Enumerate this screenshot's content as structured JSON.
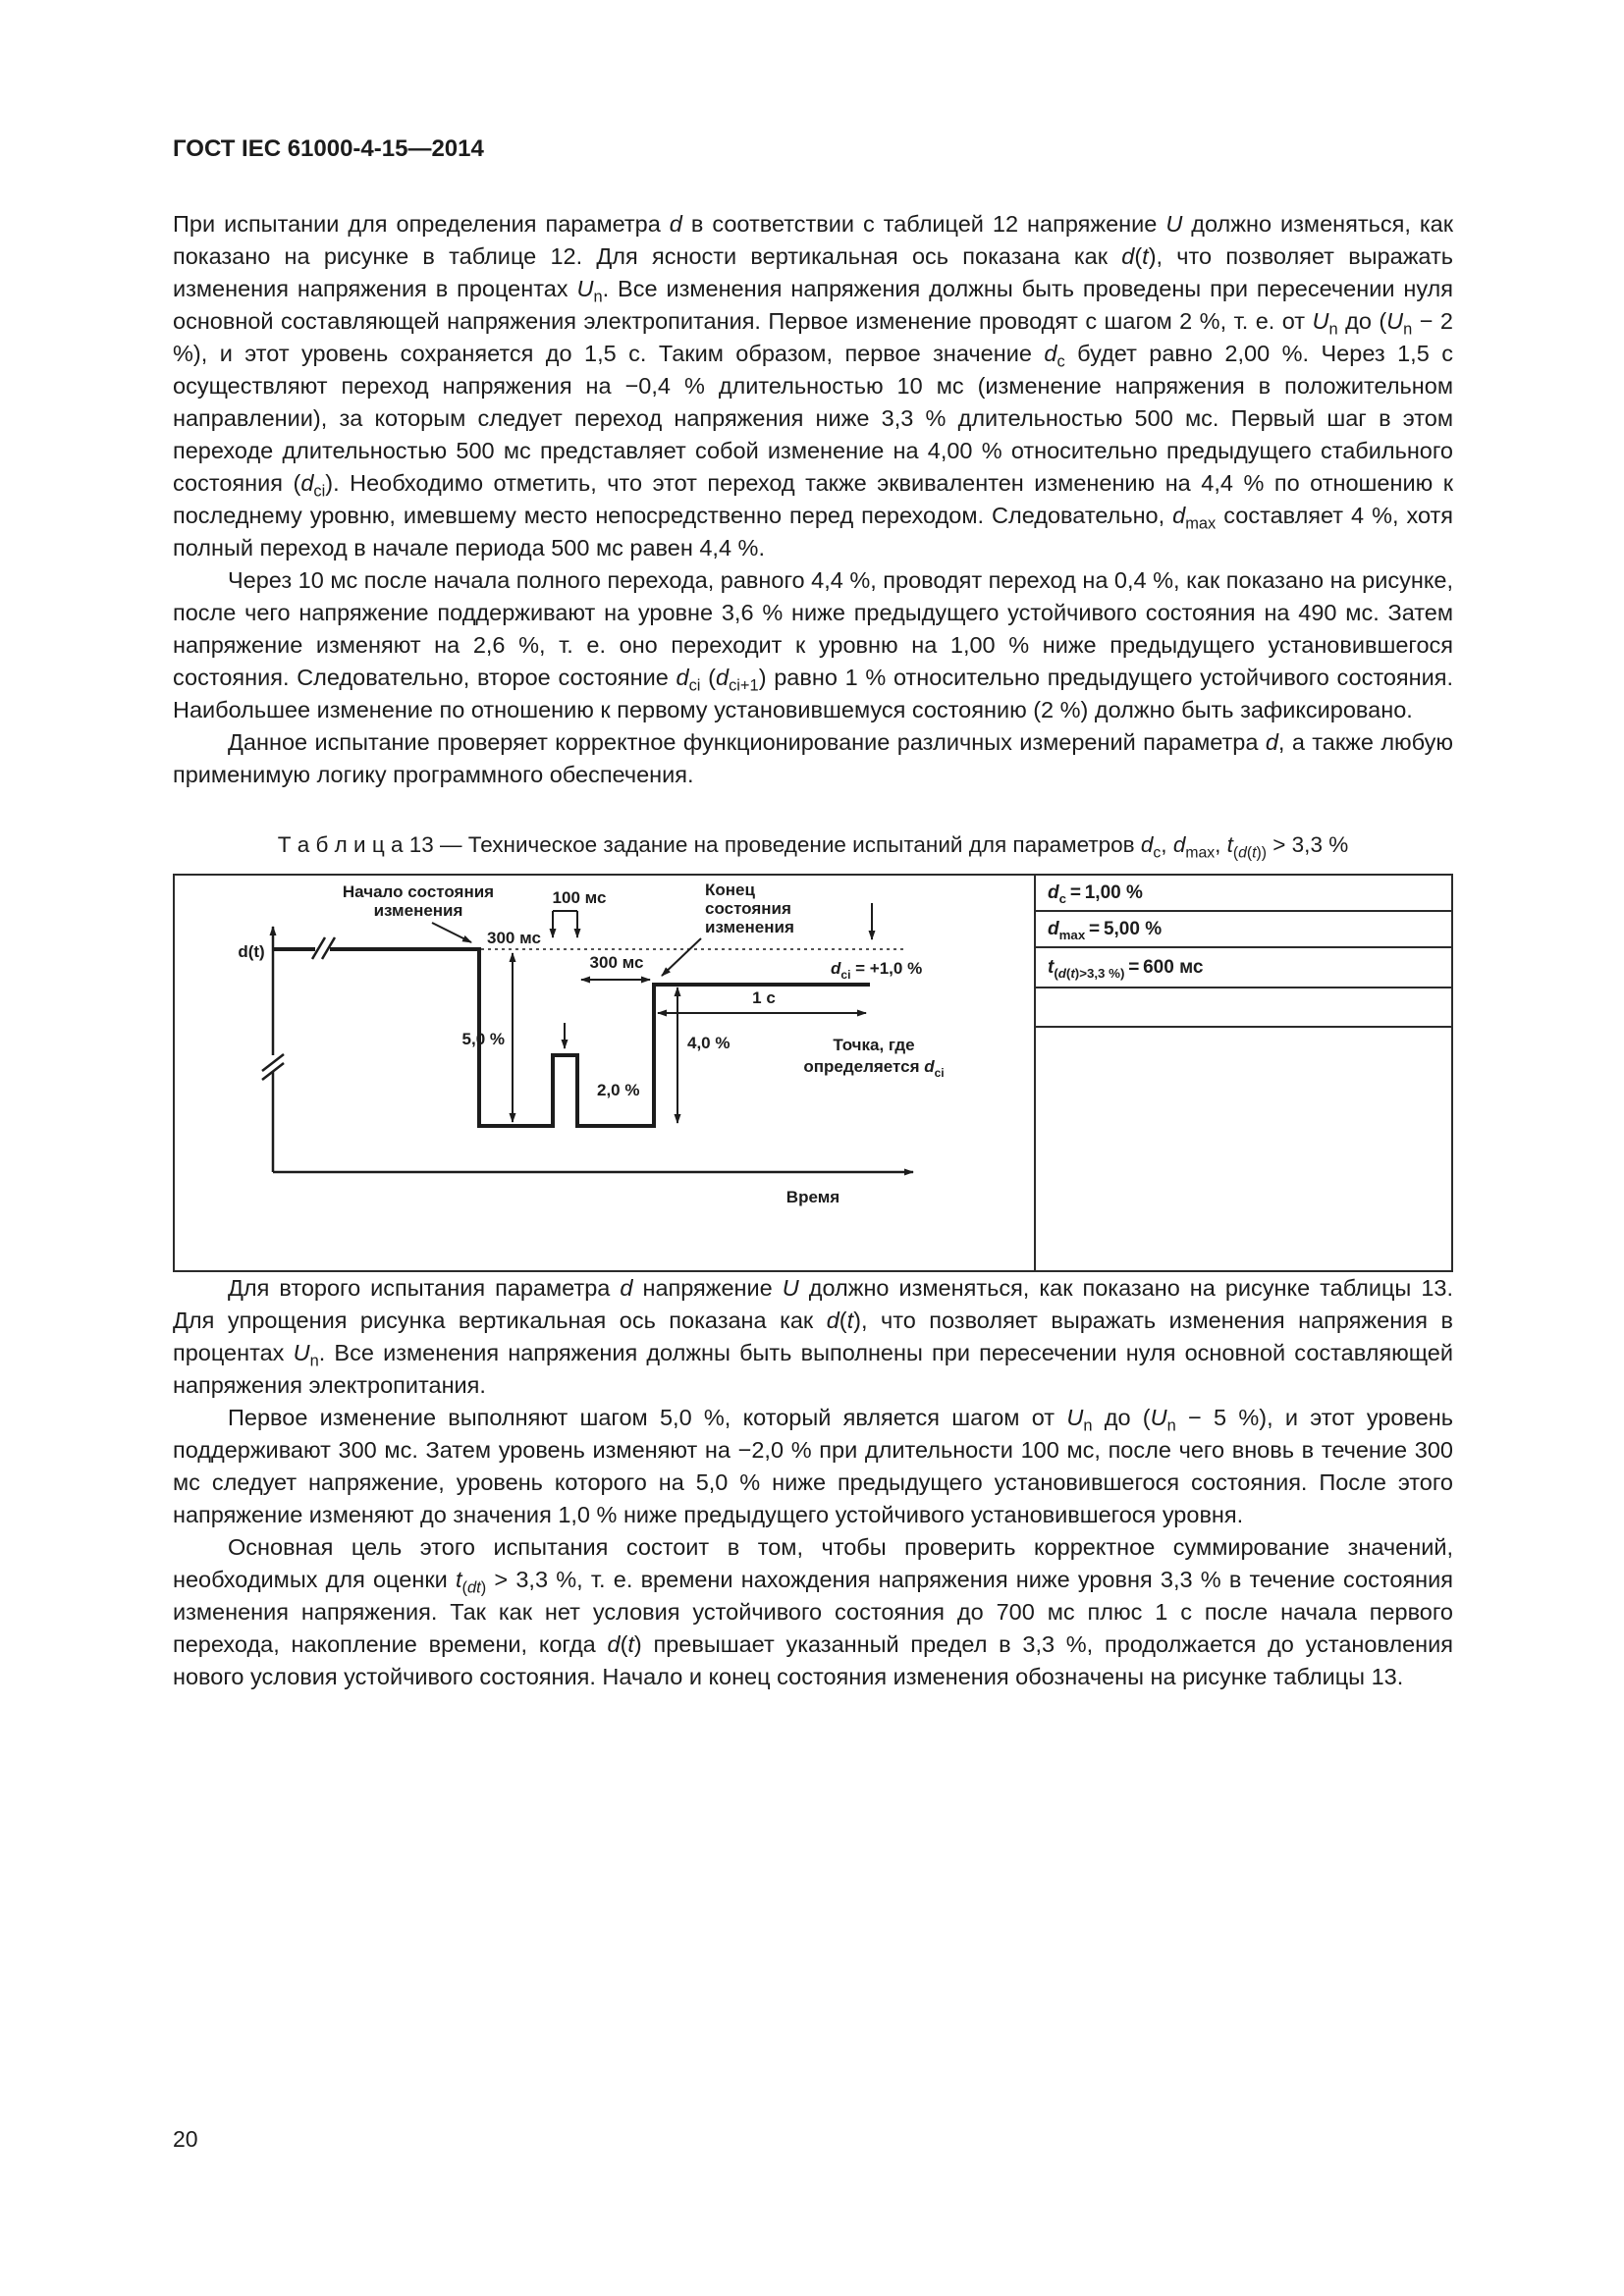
{
  "header": {
    "doc_number": "ГОСТ IEC 61000-4-15—2014"
  },
  "paragraphs": {
    "p1": "При испытании для определения параметра <i>d</i> в соответствии с таблицей 12 напряжение <i>U</i> должно изменяться, как показано на рисунке в таблице 12. Для ясности вертикальная ось показана как <i>d</i>(<i>t</i>), что позволяет выражать изменения напряжения в процентах <i>U</i><sub>n</sub>. Все изменения напряжения должны быть проведены при пересечении нуля основной составляющей напряжения электропитания. Первое изменение проводят с шагом 2 %, т. е. от <i>U</i><sub>n</sub> до (<i>U</i><sub>n</sub> − 2 %), и этот уровень сохраняется до 1,5 с. Таким образом, первое значение <i>d</i><sub>c</sub> будет равно 2,00 %. Через 1,5 с осуществляют переход напряжения на −0,4 % длительностью 10 мс (изменение напряжения в положительном направлении), за которым следует переход напряжения ниже 3,3 % длительностью 500 мс. Первый шаг в этом переходе длительностью 500 мс представляет собой изменение на 4,00 % относительно предыдущего стабильного состояния (<i>d</i><sub>ci</sub>). Необходимо отметить, что этот переход также эквивалентен изменению на 4,4 % по отношению к последнему уровню, имевшему место непосредственно перед переходом. Следовательно, <i>d</i><sub>max</sub> составляет 4 %, хотя полный переход в начале периода 500 мс равен 4,4 %.",
    "p2": "Через 10 мс после начала полного перехода, равного 4,4 %, проводят переход на 0,4 %, как показано на рисунке, после чего напряжение поддерживают на уровне 3,6 % ниже предыдущего устойчивого состояния на 490 мс. Затем напряжение изменяют на 2,6 %, т. е. оно переходит к уровню на 1,00 % ниже предыдущего установившегося состояния. Следовательно, второе состояние <i>d</i><sub>ci</sub> (<i>d</i><sub>ci+1</sub>) равно 1 % относительно предыдущего устойчивого состояния. Наибольшее изменение по отношению к первому установившемуся состоянию (2 %) должно быть зафиксировано.",
    "p3": "Данное испытание проверяет корректное функционирование различных измерений параметра <i>d</i>, а также любую применимую логику программного обеспечения.",
    "p4": "Для второго испытания параметра <i>d</i> напряжение <i>U</i> должно изменяться, как показано на рисунке таблицы 13. Для упрощения рисунка вертикальная ось показана как <i>d</i>(<i>t</i>), что позволяет выражать изменения напряжения в процентах <i>U</i><sub>n</sub>. Все изменения напряжения должны быть выполнены при пересечении нуля основной составляющей напряжения электропитания.",
    "p5": "Первое изменение выполняют шагом 5,0 %, который является шагом от <i>U</i><sub>n</sub> до (<i>U</i><sub>n</sub> − 5 %), и этот уровень поддерживают 300 мс. Затем уровень изменяют на −2,0 % при длительности 100 мс, после чего вновь в течение 300 мс следует напряжение, уровень которого на 5,0 % ниже предыдущего установившегося состояния. После этого напряжение изменяют до значения 1,0 % ниже предыдущего устойчивого установившегося уровня.",
    "p6": "Основная цель этого испытания состоит в том, чтобы проверить корректное суммирование значений, необходимых для оценки <i>t</i><sub>(<i>dt</i>)</sub> > 3,3 %, т. е. времени нахождения напряжения ниже уровня 3,3 % в течение состояния изменения напряжения. Так как нет условия устойчивого состояния до 700 мс плюс 1 с после начала первого перехода, накопление времени, когда <i>d</i>(<i>t</i>) превышает указанный предел в 3,3 %, продолжается до установления нового условия устойчивого состояния. Начало и конец состояния изменения обозначены на рисунке таблицы 13."
  },
  "table13": {
    "caption": "Т а б л и ц а  13 — Техническое задание на проведение испытаний для параметров <i>d</i><sub>c</sub>, <i>d</i><sub>max</sub>, <i>t</i><sub>(<i>d</i>(<i>t</i>))</sub> > 3,3 %",
    "params": [
      {
        "html": "<i>d</i><sub>c</sub>&thinsp;=&thinsp;1,00 %"
      },
      {
        "html": "<i>d</i><sub>max</sub>&thinsp;=&thinsp;5,00 %"
      },
      {
        "html": "<i>t</i><sub>(<i>d</i>(<i>t</i>)&gt;3,3 %)</sub>&thinsp;=&thinsp;600 мс"
      }
    ]
  },
  "figure": {
    "y_axis_label": "d(t)",
    "start_line1": "Начало состояния",
    "start_line2": "изменения",
    "end_line1": "Конец",
    "end_line2": "состояния",
    "end_line3": "изменения",
    "dur_100ms": "100 мс",
    "dur_300ms_first": "300 мс",
    "dur_300ms_second": "300 мс",
    "dur_1s": "1 с",
    "pct_5": "5,0 %",
    "pct_4": "4,0 %",
    "pct_2": "2,0 %",
    "dci_pre": "d",
    "dci_sub": "ci",
    "dci_post": " = +1,0 %",
    "point_line1": "Точка, где",
    "point_line2_pre": "определяется ",
    "point_line2_var": "d",
    "point_line2_sub": "ci",
    "time_label": "Время"
  },
  "footer": {
    "page_number": "20"
  }
}
